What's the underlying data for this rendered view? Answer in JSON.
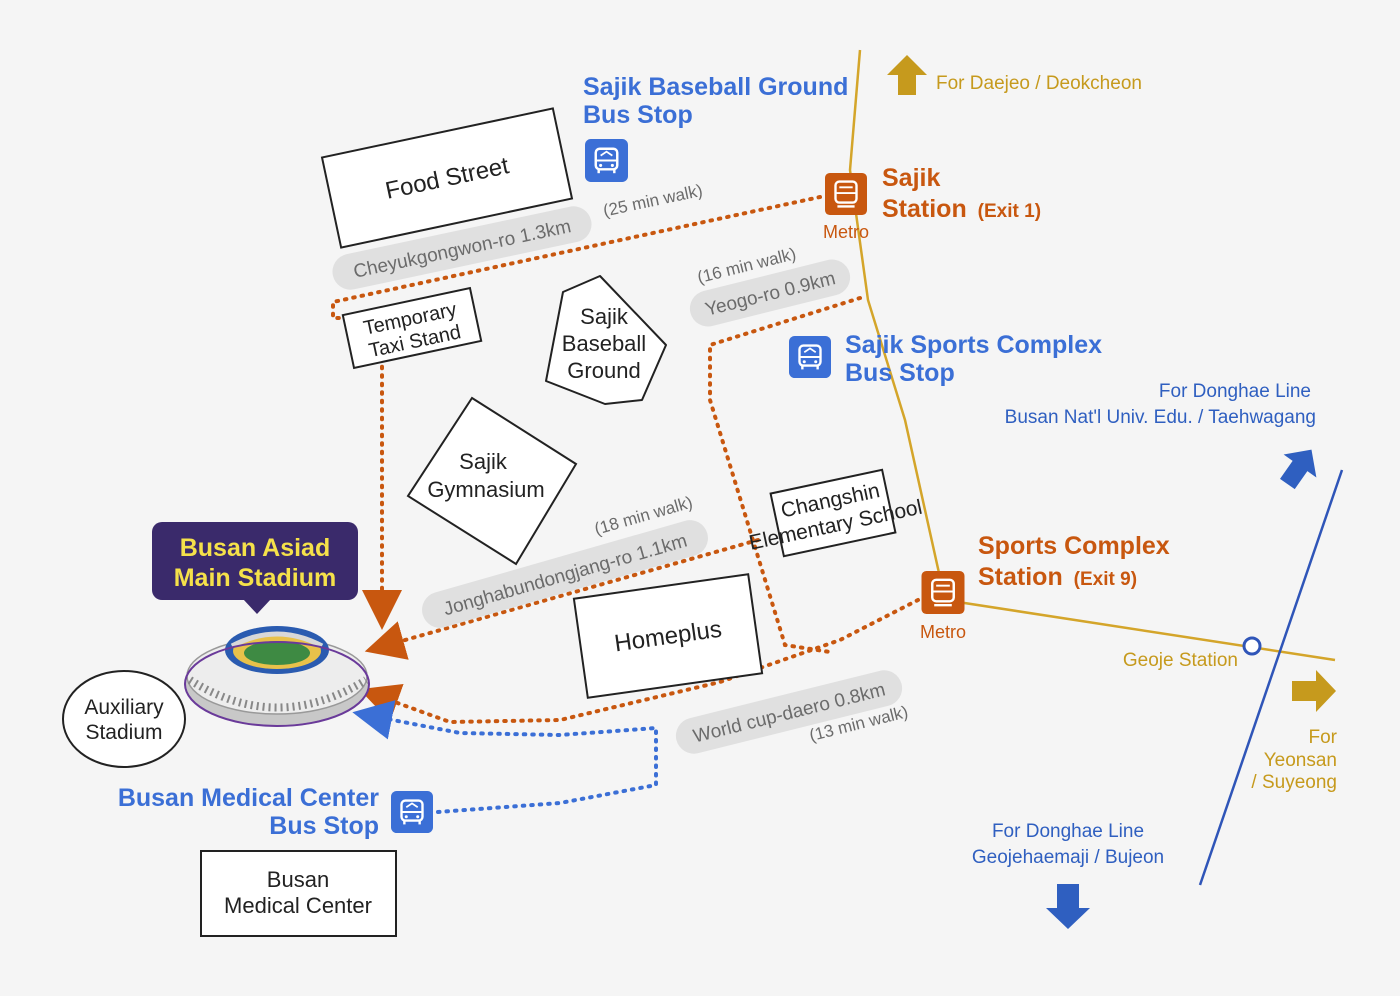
{
  "colors": {
    "background": "#f5f5f5",
    "metro_line": "#d4a52a",
    "metro_orange": "#c8570f",
    "route_orange": "#c8570f",
    "bus_blue": "#3b6fd6",
    "donghae_line": "#2f55b8",
    "road_pill": "#e0e0e0",
    "road_text": "#6b6b6b",
    "stadium_badge_bg": "#3a2a6b",
    "stadium_badge_text": "#f5e14a",
    "arrow_gold": "#c69a1d",
    "arrow_blue": "#2f5fc0"
  },
  "directions": {
    "daejeo": "For Daejeo / Deokcheon",
    "donghae_north_1": "For Donghae Line",
    "donghae_north_2": "Busan Nat'l Univ. Edu. / Taehwagang",
    "yeonsan_1": "For",
    "yeonsan_2": "Yeonsan",
    "yeonsan_3": "/ Suyeong",
    "donghae_south_1": "For Donghae Line",
    "donghae_south_2": "Geojehaemaji / Bujeon"
  },
  "stations": {
    "sajik_name_1": "Sajik",
    "sajik_name_2": "Station",
    "sajik_exit": "(Exit 1)",
    "sajik_metro": "Metro",
    "sports_name_1": "Sports Complex",
    "sports_name_2": "Station",
    "sports_exit": "(Exit 9)",
    "sports_metro": "Metro",
    "geoje": "Geoje Station"
  },
  "bus_stops": {
    "baseball_1": "Sajik Baseball Ground",
    "baseball_2": "Bus Stop",
    "sports_1": "Sajik Sports Complex",
    "sports_2": "Bus Stop",
    "medical_1": "Busan Medical Center",
    "medical_2": "Bus Stop"
  },
  "roads": {
    "cheyuk": "Cheyukgongwon-ro  1.3km",
    "cheyuk_walk": "(25 min walk)",
    "yeogo": "Yeogo-ro  0.9km",
    "yeogo_walk": "(16 min walk)",
    "jonghab": "Jonghabundongjang-ro  1.1km",
    "jonghab_walk": "(18 min walk)",
    "worldcup": "World cup-daero  0.8km",
    "worldcup_walk": "(13 min walk)"
  },
  "buildings": {
    "food_street": "Food Street",
    "taxi_1": "Temporary",
    "taxi_2": "Taxi Stand",
    "baseball_1": "Sajik",
    "baseball_2": "Baseball",
    "baseball_3": "Ground",
    "gym_1": "Sajik",
    "gym_2": "Gymnasium",
    "school_1": "Changshin",
    "school_2": "Elementary School",
    "homeplus": "Homeplus",
    "aux_1": "Auxiliary",
    "aux_2": "Stadium",
    "medical_1": "Busan",
    "medical_2": "Medical Center"
  },
  "stadium": {
    "badge_1": "Busan Asiad",
    "badge_2": "Main Stadium"
  }
}
